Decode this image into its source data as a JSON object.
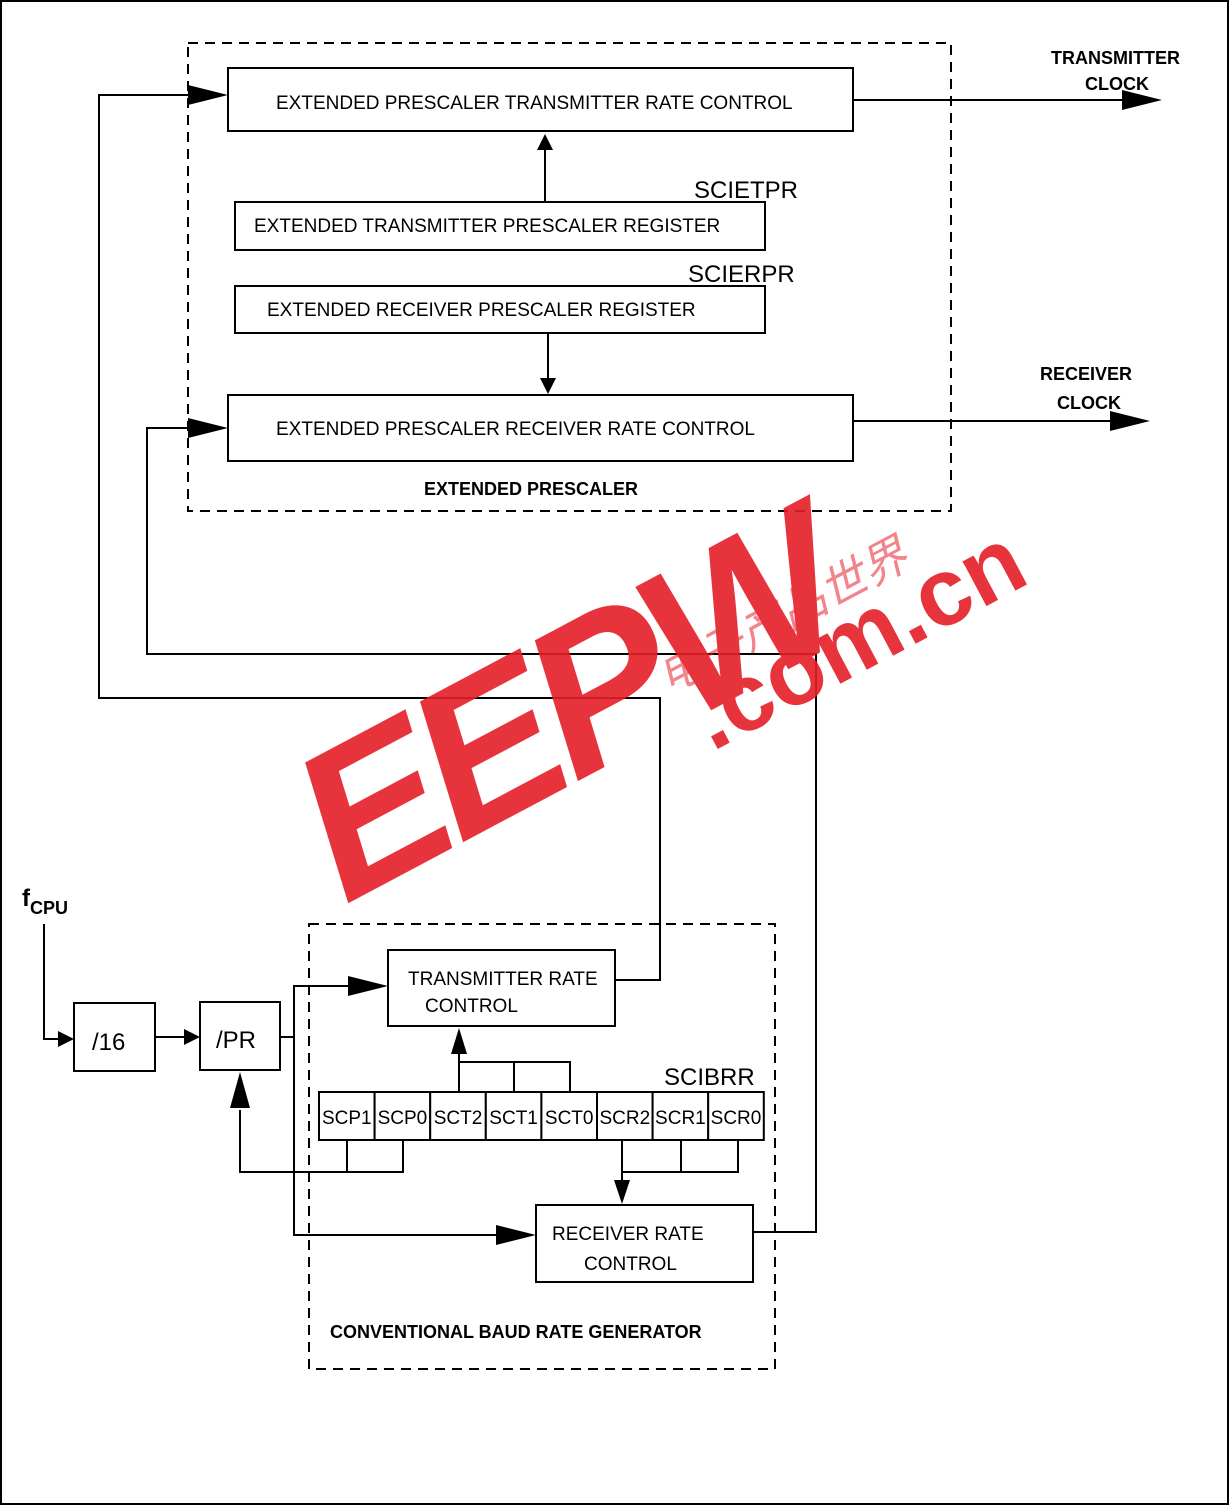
{
  "extended_prescaler": {
    "title": "EXTENDED PRESCALER",
    "tx_rate_control": "EXTENDED PRESCALER TRANSMITTER RATE CONTROL",
    "tx_register_name": "SCIETPR",
    "tx_register": "EXTENDED TRANSMITTER PRESCALER REGISTER",
    "rx_register_name": "SCIERPR",
    "rx_register": "EXTENDED RECEIVER PRESCALER REGISTER",
    "rx_rate_control": "EXTENDED PRESCALER RECEIVER RATE CONTROL"
  },
  "outputs": {
    "tx_clock_line1": "TRANSMITTER",
    "tx_clock_line2": "CLOCK",
    "rx_clock_line1": "RECEIVER",
    "rx_clock_line2": "CLOCK"
  },
  "input": {
    "f": "f",
    "sub": "CPU",
    "div16": "/16",
    "divpr": "/PR"
  },
  "conventional": {
    "title": "CONVENTIONAL BAUD RATE GENERATOR",
    "tx_line1": "TRANSMITTER RATE",
    "tx_line2": "CONTROL",
    "rx_line1": "RECEIVER RATE",
    "rx_line2": "CONTROL",
    "register_name": "SCIBRR",
    "bits": [
      "SCP1",
      "SCP0",
      "SCT2",
      "SCT1",
      "SCT0",
      "SCR2",
      "SCR1",
      "SCR0"
    ]
  },
  "watermark": {
    "logo": "EEPW",
    "domain": ".com.cn",
    "chinese": "电子产品世界",
    "color": "#e51f28"
  }
}
